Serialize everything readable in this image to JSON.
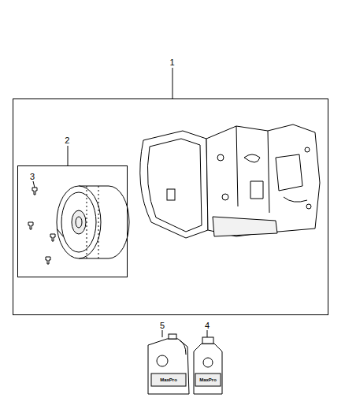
{
  "diagram": {
    "nodes": [
      {
        "text": [
          "1"
        ]
      },
      {
        "text": [
          "2"
        ],
        "in": 0
      }
    ],
    "labels": [
      "3",
      "4",
      "5",
      "MaxPro",
      "MaxPro"
    ]
  }
}
